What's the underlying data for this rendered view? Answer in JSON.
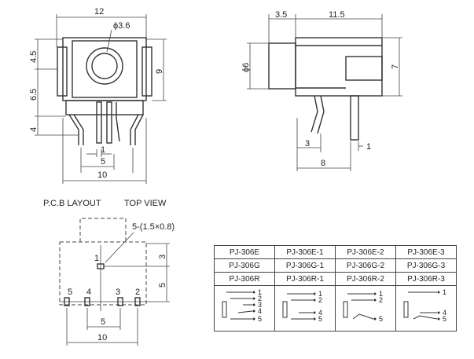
{
  "front_view": {
    "dim_width": "12",
    "dim_hole": "ϕ3.6",
    "dim_left_top": "4.5",
    "dim_left_mid": "6.5",
    "dim_left_bot": "4",
    "dim_right": "9",
    "dim_pin_width": "1",
    "dim_pin_pitch": "5",
    "dim_base": "10"
  },
  "side_view": {
    "dim_front": "3.5",
    "dim_body": "11.5",
    "dim_diameter": "ϕ6",
    "dim_height": "7",
    "dim_pin_offset": "3",
    "dim_pin_width": "1",
    "dim_depth": "8"
  },
  "pcb_layout": {
    "title": "P.C.B LAYOUT",
    "view": "TOP VIEW",
    "pad_note": "5-(1.5×0.8)",
    "pad_1": "1",
    "pad_2": "2",
    "pad_3": "3",
    "pad_4": "4",
    "pad_5": "5",
    "dim_right_top": "3",
    "dim_right_mid": "5",
    "dim_pitch": "5",
    "dim_width": "10"
  },
  "parts_table": {
    "rows": [
      [
        "PJ-306E",
        "PJ-306E-1",
        "PJ-306E-2",
        "PJ-306E-3"
      ],
      [
        "PJ-306G",
        "PJ-306G-1",
        "PJ-306G-2",
        "PJ-306G-3"
      ],
      [
        "PJ-306R",
        "PJ-306R-1",
        "PJ-306R-2",
        "PJ-306R-3"
      ]
    ],
    "schematic_pins": {
      "col1": [
        "1",
        "2",
        "3",
        "4",
        "5"
      ],
      "col2": [
        "1",
        "2",
        "4",
        "5"
      ],
      "col3": [
        "1",
        "2",
        "5"
      ],
      "col4": [
        "1",
        "4",
        "5"
      ]
    }
  }
}
